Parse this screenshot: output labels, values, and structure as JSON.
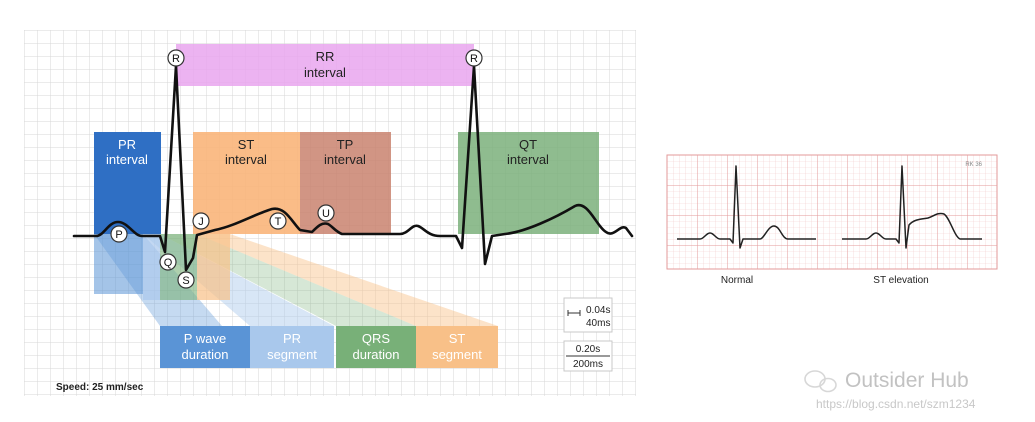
{
  "main_diagram": {
    "intervals": {
      "rr": [
        "RR",
        "interval"
      ],
      "pr": [
        "PR",
        "interval"
      ],
      "st": [
        "ST",
        "interval"
      ],
      "tp": [
        "TP",
        "interval"
      ],
      "qt": [
        "QT",
        "interval"
      ]
    },
    "wave_labels": [
      "R",
      "R",
      "P",
      "Q",
      "S",
      "J",
      "T",
      "U"
    ],
    "segments": {
      "p_wave": [
        "P wave",
        "duration"
      ],
      "pr": [
        "PR",
        "segment"
      ],
      "qrs": [
        "QRS",
        "duration"
      ],
      "st": [
        "ST",
        "segment"
      ]
    },
    "scale": {
      "small_box": [
        "0.04s",
        "40ms"
      ],
      "large_box": [
        "0.20s",
        "200ms"
      ]
    },
    "speed": "Speed: 25 mm/sec",
    "colors": {
      "rr": "#e9a6ee",
      "pr": "#2f6fc4",
      "st": "#f9b57a",
      "tp": "#c9826f",
      "qt": "#7bb07b",
      "p_wave": "#5a94d6",
      "pr_segment": "#a9c8ec",
      "qrs": "#78b078",
      "st_segment": "#f8c088",
      "grid": "#d7d7d7",
      "trace": "#111111"
    }
  },
  "side_panel": {
    "code": "RK 36",
    "labels": [
      "Normal",
      "ST elevation"
    ],
    "colors": {
      "grid": "#eaa4a4",
      "trace": "#222222"
    }
  },
  "watermark": {
    "logo_text": "Outsider Hub",
    "url": "https://blog.csdn.net/szm1234"
  }
}
